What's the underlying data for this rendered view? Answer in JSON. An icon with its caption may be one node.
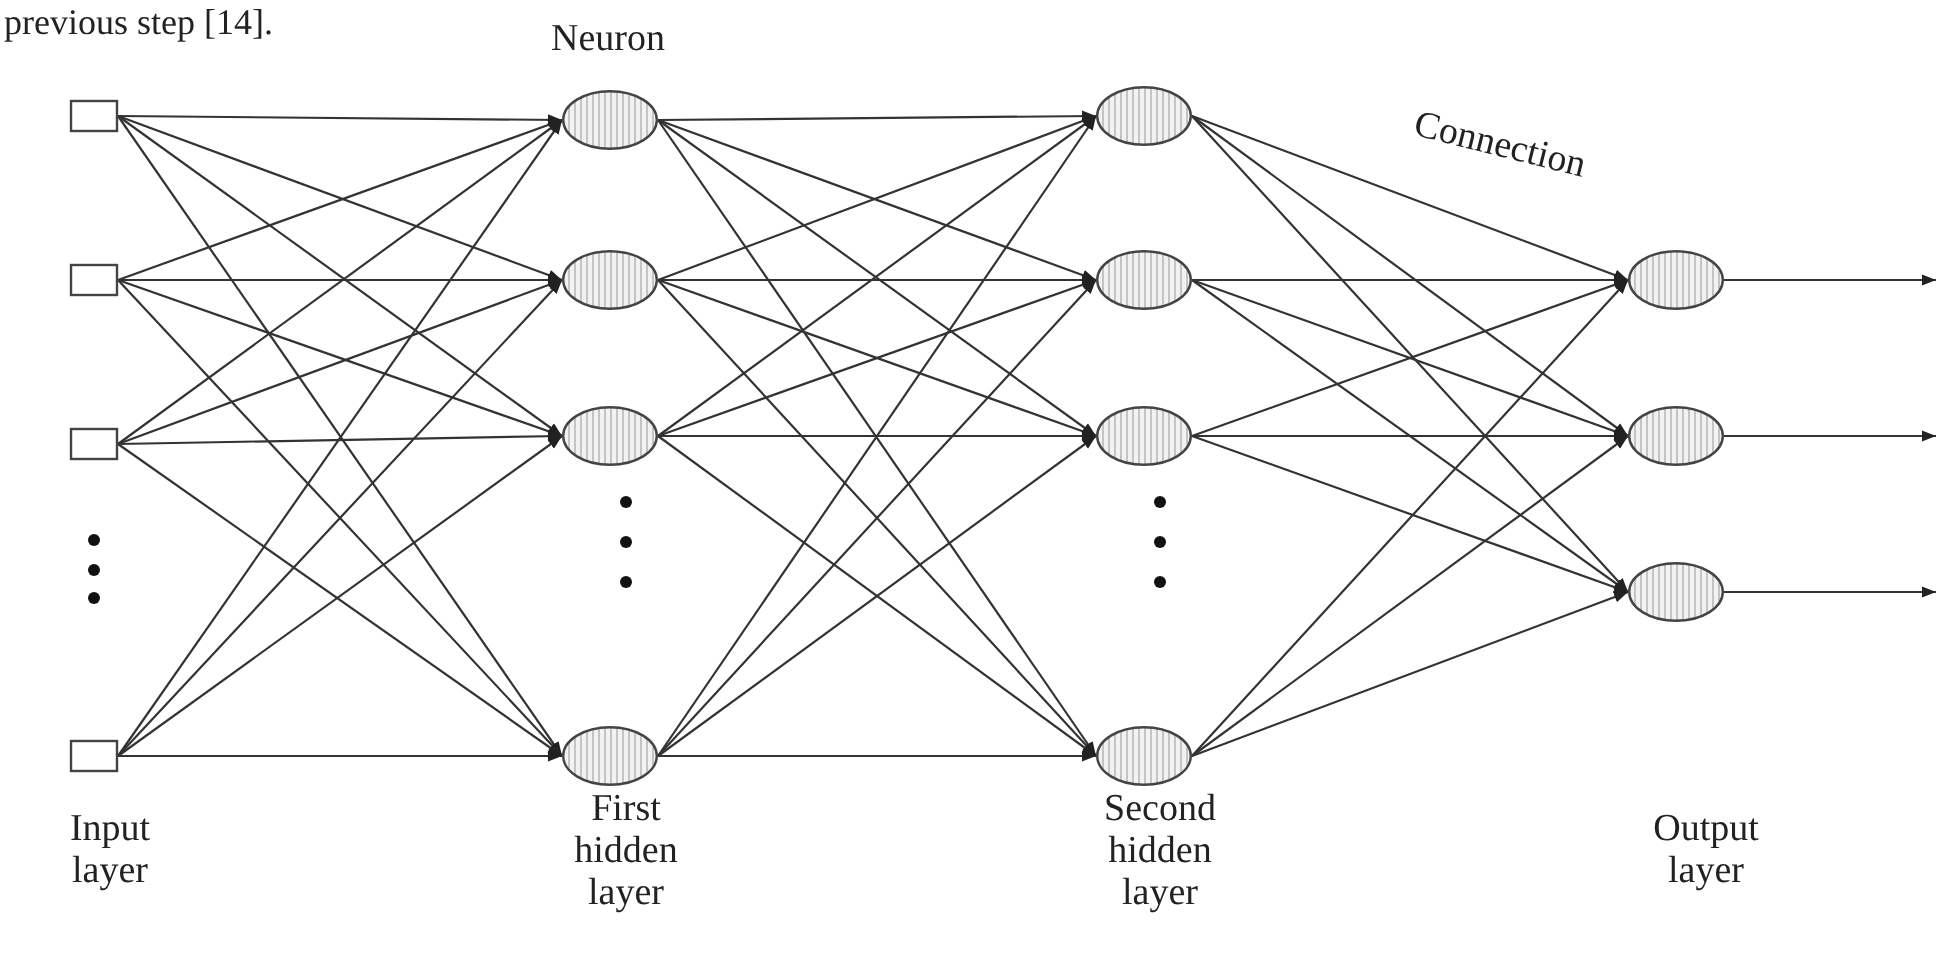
{
  "diagram": {
    "nodes": [
      {
        "text": [],
        "shape": "box"
      },
      {
        "text": [],
        "shape": "box"
      },
      {
        "text": [],
        "shape": "box"
      },
      {
        "text": [],
        "shape": "box"
      },
      {
        "text": [],
        "shape": "circle"
      },
      {
        "text": [],
        "shape": "circle"
      },
      {
        "text": [],
        "shape": "circle"
      },
      {
        "text": [],
        "shape": "circle"
      },
      {
        "text": [],
        "shape": "circle"
      },
      {
        "text": [],
        "shape": "circle"
      },
      {
        "text": [],
        "shape": "circle"
      },
      {
        "text": [],
        "shape": "circle"
      },
      {
        "text": [],
        "shape": "circle"
      },
      {
        "text": [],
        "shape": "circle"
      },
      {
        "text": [],
        "shape": "circle"
      }
    ],
    "edges": [
      {
        "from": 0,
        "to": 4,
        "arrow": "to"
      },
      {
        "from": 0,
        "to": 5,
        "arrow": "to"
      },
      {
        "from": 0,
        "to": 6,
        "arrow": "to"
      },
      {
        "from": 0,
        "to": 7,
        "arrow": "to"
      },
      {
        "from": 1,
        "to": 4,
        "arrow": "to"
      },
      {
        "from": 1,
        "to": 5,
        "arrow": "to"
      },
      {
        "from": 1,
        "to": 6,
        "arrow": "to"
      },
      {
        "from": 1,
        "to": 7,
        "arrow": "to"
      },
      {
        "from": 2,
        "to": 4,
        "arrow": "to"
      },
      {
        "from": 2,
        "to": 5,
        "arrow": "to"
      },
      {
        "from": 2,
        "to": 6,
        "arrow": "to"
      },
      {
        "from": 2,
        "to": 7,
        "arrow": "to"
      },
      {
        "from": 3,
        "to": 4,
        "arrow": "to"
      },
      {
        "from": 3,
        "to": 5,
        "arrow": "to"
      },
      {
        "from": 3,
        "to": 6,
        "arrow": "to"
      },
      {
        "from": 3,
        "to": 7,
        "arrow": "to"
      },
      {
        "from": 4,
        "to": 8,
        "arrow": "to"
      },
      {
        "from": 4,
        "to": 9,
        "arrow": "to"
      },
      {
        "from": 4,
        "to": 10,
        "arrow": "to"
      },
      {
        "from": 4,
        "to": 11,
        "arrow": "to"
      },
      {
        "from": 5,
        "to": 8,
        "arrow": "to"
      },
      {
        "from": 5,
        "to": 9,
        "arrow": "to"
      },
      {
        "from": 5,
        "to": 10,
        "arrow": "to"
      },
      {
        "from": 5,
        "to": 11,
        "arrow": "to"
      },
      {
        "from": 6,
        "to": 8,
        "arrow": "to"
      },
      {
        "from": 6,
        "to": 9,
        "arrow": "to"
      },
      {
        "from": 6,
        "to": 10,
        "arrow": "to"
      },
      {
        "from": 6,
        "to": 11,
        "arrow": "to"
      },
      {
        "from": 7,
        "to": 8,
        "arrow": "to"
      },
      {
        "from": 7,
        "to": 9,
        "arrow": "to"
      },
      {
        "from": 7,
        "to": 10,
        "arrow": "to"
      },
      {
        "from": 7,
        "to": 11,
        "arrow": "to"
      },
      {
        "from": 8,
        "to": 12,
        "arrow": "to"
      },
      {
        "from": 8,
        "to": 13,
        "arrow": "to"
      },
      {
        "from": 8,
        "to": 14,
        "arrow": "to"
      },
      {
        "from": 9,
        "to": 12,
        "arrow": "to"
      },
      {
        "from": 9,
        "to": 13,
        "arrow": "to"
      },
      {
        "from": 9,
        "to": 14,
        "arrow": "to"
      },
      {
        "from": 10,
        "to": 12,
        "arrow": "to"
      },
      {
        "from": 10,
        "to": 13,
        "arrow": "to"
      },
      {
        "from": 10,
        "to": 14,
        "arrow": "to"
      },
      {
        "from": 11,
        "to": 12,
        "arrow": "to"
      },
      {
        "from": 11,
        "to": 13,
        "arrow": "to"
      },
      {
        "from": 11,
        "to": 14,
        "arrow": "to"
      },
      {
        "from": 12,
        "to": null,
        "arrow": "to"
      },
      {
        "from": 13,
        "to": null,
        "arrow": "to"
      },
      {
        "from": 14,
        "to": null,
        "arrow": "to"
      }
    ],
    "labels": [
      "previous step [14].",
      "Neuron",
      "Connection",
      "Input layer",
      "First hidden layer",
      "Second hidden layer",
      "Output layer"
    ]
  }
}
